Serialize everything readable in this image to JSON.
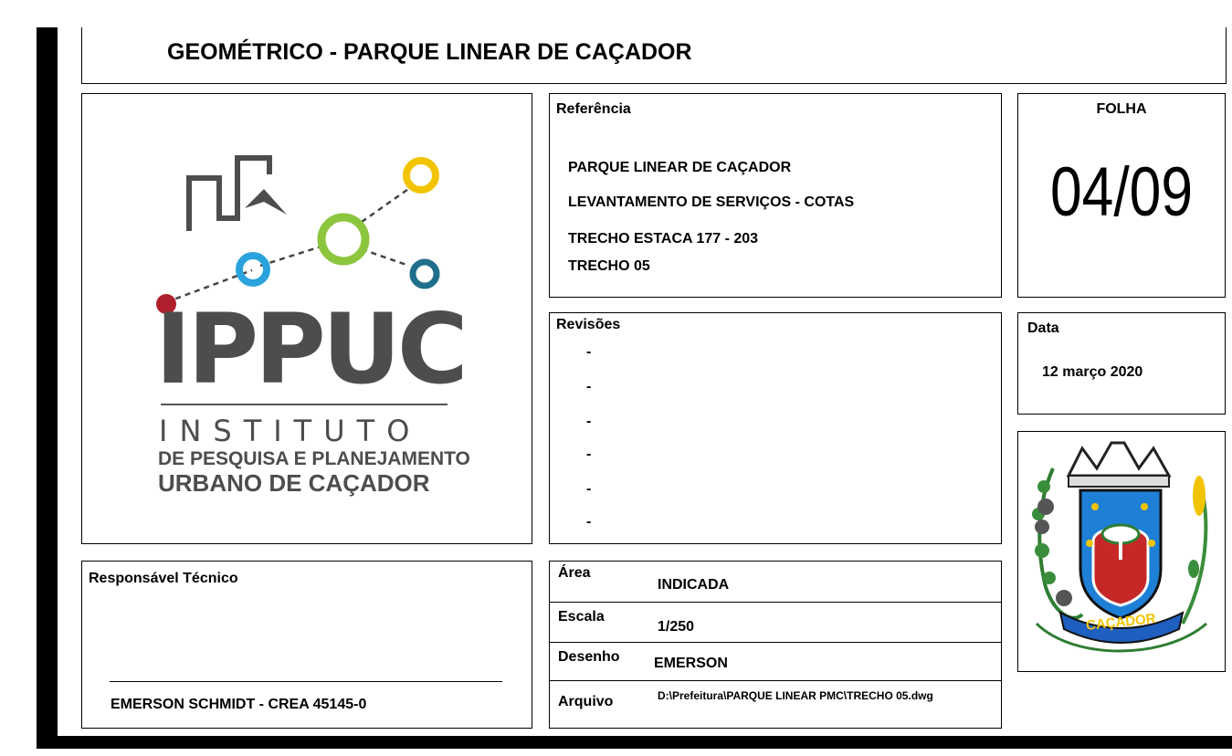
{
  "title": "GEOMÉTRICO - PARQUE LINEAR DE CAÇADOR",
  "logo": {
    "acronym": "IPPUC",
    "line1": "INSTITUTO",
    "line2": "DE PESQUISA E PLANEJAMENTO",
    "line3": "URBANO DE CAÇADOR",
    "colors": {
      "red": "#b0202c",
      "blue": "#2aa3dc",
      "green": "#8cc63f",
      "yellow": "#f2c400",
      "teal": "#1f6f8b",
      "gray": "#4d4d4d"
    }
  },
  "referencia": {
    "label": "Referência",
    "lines": [
      "PARQUE LINEAR DE CAÇADOR",
      "LEVANTAMENTO DE SERVIÇOS - COTAS",
      "TRECHO ESTACA 177 - 203",
      "TRECHO 05"
    ]
  },
  "folha": {
    "label": "FOLHA",
    "value": "04/09"
  },
  "revisoes": {
    "label": "Revisões",
    "items": [
      "-",
      "-",
      "-",
      "-",
      "-",
      "-"
    ]
  },
  "data": {
    "label": "Data",
    "value": "12 março 2020"
  },
  "emblem": {
    "text": "CAÇADOR",
    "icon": "municipal-coat-of-arms-icon"
  },
  "responsavel": {
    "label": "Responsável Técnico",
    "name": "EMERSON SCHMIDT - CREA 45145-0"
  },
  "info": [
    {
      "label": "Área",
      "value": "INDICADA"
    },
    {
      "label": "Escala",
      "value": "1/250"
    },
    {
      "label": "Desenho",
      "value": "EMERSON"
    },
    {
      "label": "Arquivo",
      "value": "D:\\Prefeitura\\PARQUE LINEAR PMC\\TRECHO 05.dwg"
    }
  ]
}
